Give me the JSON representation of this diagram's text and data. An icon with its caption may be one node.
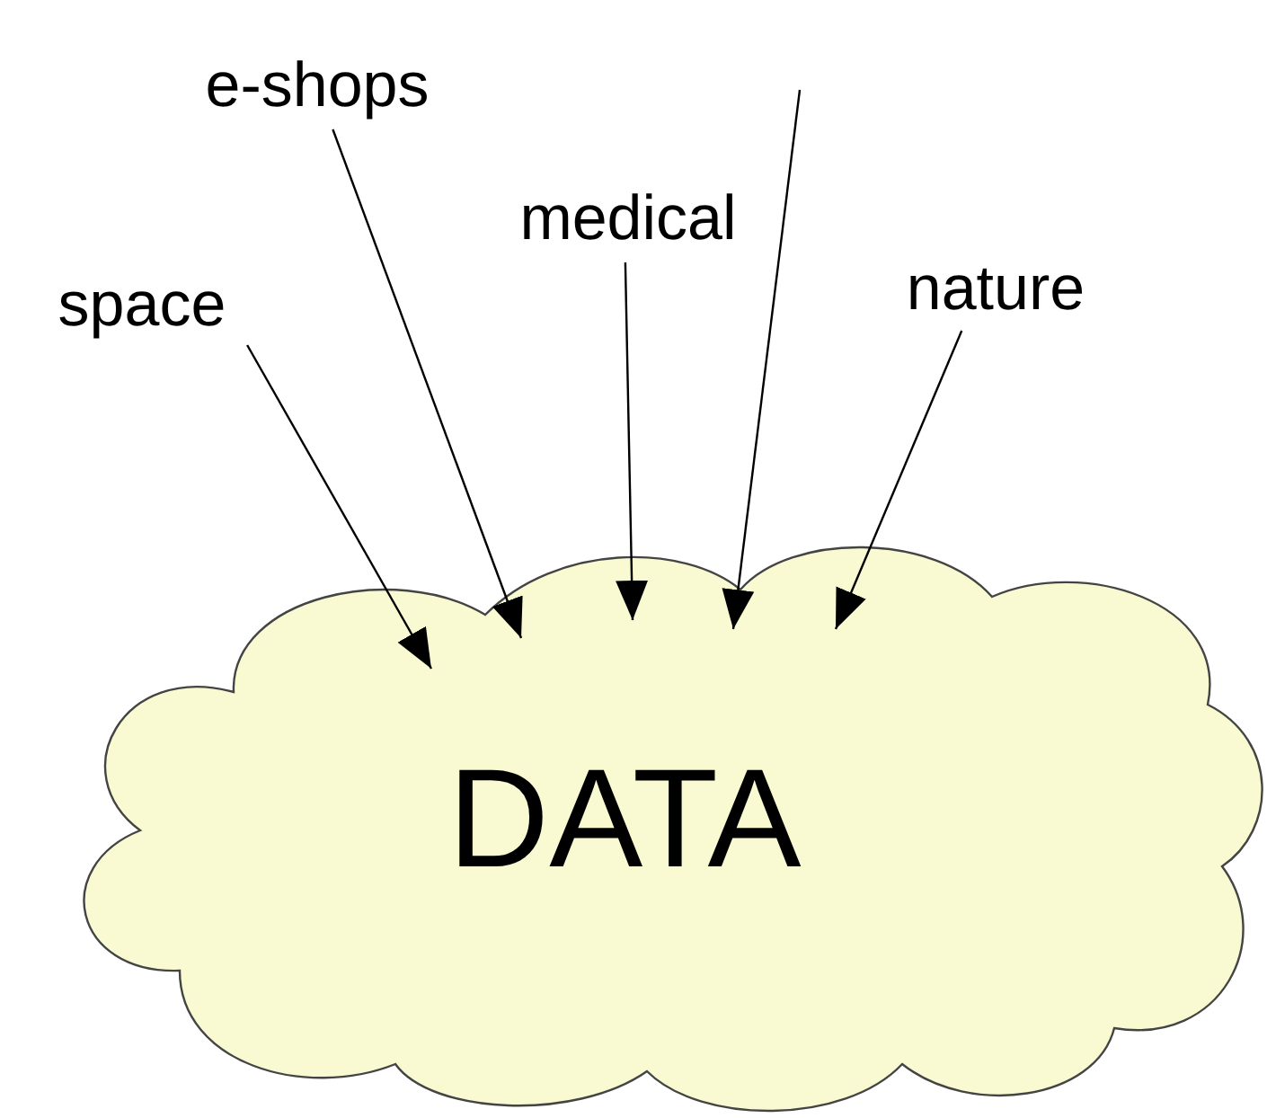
{
  "diagram": {
    "nodes": [
      {
        "text": [
          "space"
        ]
      },
      {
        "text": [
          "e-shops"
        ]
      },
      {
        "text": [
          "medical"
        ]
      },
      {
        "text": [
          "nature"
        ]
      },
      {
        "text": [
          "DATA"
        ]
      }
    ],
    "edges": [
      {
        "from": 0,
        "to": 4,
        "arrow": "to"
      },
      {
        "from": 1,
        "to": 4,
        "arrow": "to"
      },
      {
        "from": 2,
        "to": 4,
        "arrow": "to"
      },
      {
        "from": null,
        "to": 4,
        "arrow": "to"
      },
      {
        "from": 3,
        "to": 4,
        "arrow": "to"
      }
    ]
  }
}
